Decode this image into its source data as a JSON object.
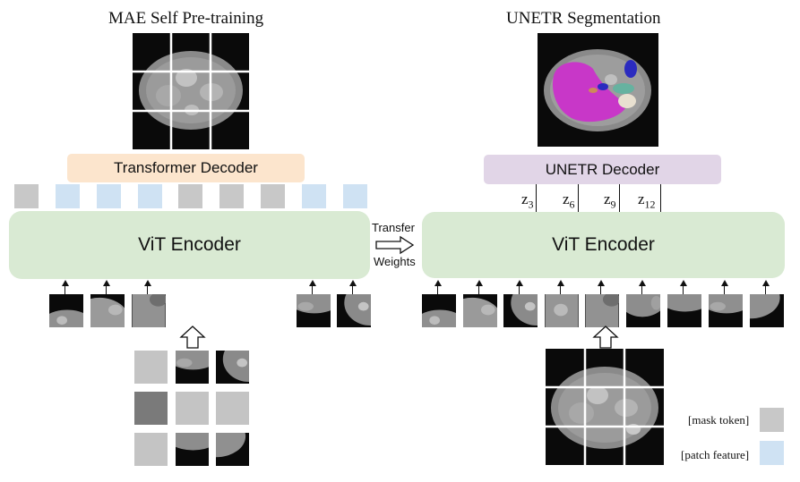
{
  "left": {
    "title": "MAE Self Pre-training",
    "decoder_label": "Transformer Decoder",
    "encoder_label": "ViT Encoder",
    "token_sequence": [
      "mask",
      "feat",
      "feat",
      "feat",
      "mask",
      "mask",
      "mask",
      "feat",
      "feat"
    ]
  },
  "right": {
    "title": "UNETR Segmentation",
    "decoder_label": "UNETR Decoder",
    "encoder_label": "ViT Encoder",
    "skip_labels": [
      {
        "base": "z",
        "sub": "3"
      },
      {
        "base": "z",
        "sub": "6"
      },
      {
        "base": "z",
        "sub": "9"
      },
      {
        "base": "z",
        "sub": "12"
      }
    ]
  },
  "transfer": {
    "line1": "Transfer",
    "line2": "Weights"
  },
  "legend": {
    "mask_label": "[mask token]",
    "feature_label": "[patch feature]",
    "mask_color": "#c8c8c8",
    "feature_color": "#cfe2f3"
  },
  "colors": {
    "transformer_decoder": "#fce5cd",
    "unetr_decoder": "#e1d5e7",
    "encoder": "#d9ead3",
    "liver": "#c837c8",
    "kidney": "#2b2bbf",
    "pancreas": "#cd8a5a",
    "stomach": "#66b2a0"
  }
}
